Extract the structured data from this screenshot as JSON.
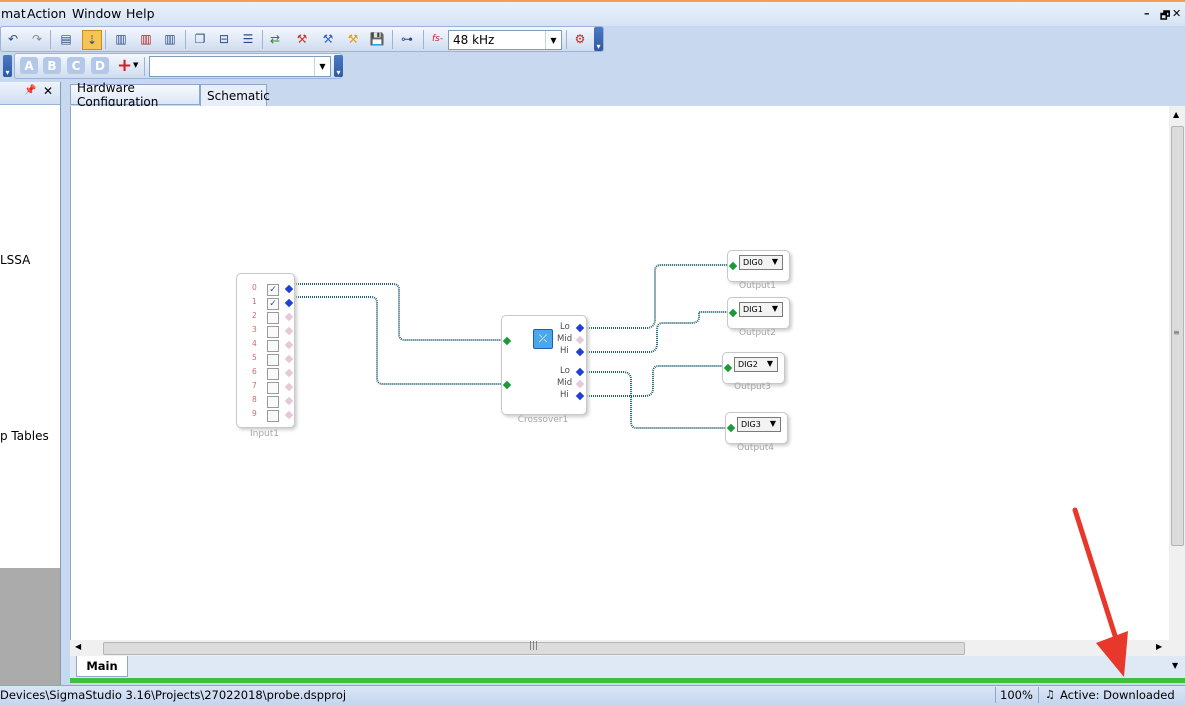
{
  "menu": {
    "items": [
      "mat",
      "Action",
      "Window",
      "Help"
    ],
    "restore": "🗗",
    "close": "✕"
  },
  "toolbar": {
    "sample_rate": "48 kHz",
    "fs_label": "fs-",
    "letters": [
      "A",
      "B",
      "C",
      "D"
    ],
    "add": "+"
  },
  "left_panel": {
    "pin": "📌",
    "close": "✕",
    "items": [
      "LSSA",
      "p Tables"
    ]
  },
  "tabs": [
    {
      "label": "Hardware Configuration"
    },
    {
      "label": "Schematic"
    }
  ],
  "bottom_tab": "Main",
  "schematic": {
    "input_block": {
      "label": "Input1",
      "channels": [
        "0",
        "1",
        "2",
        "3",
        "4",
        "5",
        "6",
        "7",
        "8",
        "9"
      ],
      "checked": [
        true,
        true,
        false,
        false,
        false,
        false,
        false,
        false,
        false,
        false
      ]
    },
    "crossover": {
      "label": "Crossover1",
      "ports": [
        "Lo",
        "Mid",
        "Hi",
        "Lo",
        "Mid",
        "Hi"
      ]
    },
    "outputs": [
      {
        "value": "DIG0",
        "label": "Output1"
      },
      {
        "value": "DIG1",
        "label": "Output2"
      },
      {
        "value": "DIG2",
        "label": "Output3"
      },
      {
        "value": "DIG3",
        "label": "Output4"
      }
    ],
    "colors": {
      "wire": "#1d5f6e",
      "pin_in": "#1a9a3a",
      "pin_out": "#1f3fd6"
    }
  },
  "status": {
    "path": "Devices\\SigmaStudio 3.16\\Projects\\27022018\\probe.dspproj",
    "zoom": "100%",
    "state": "Active: Downloaded"
  },
  "annotation": {
    "arrow_color": "#e8382c"
  }
}
